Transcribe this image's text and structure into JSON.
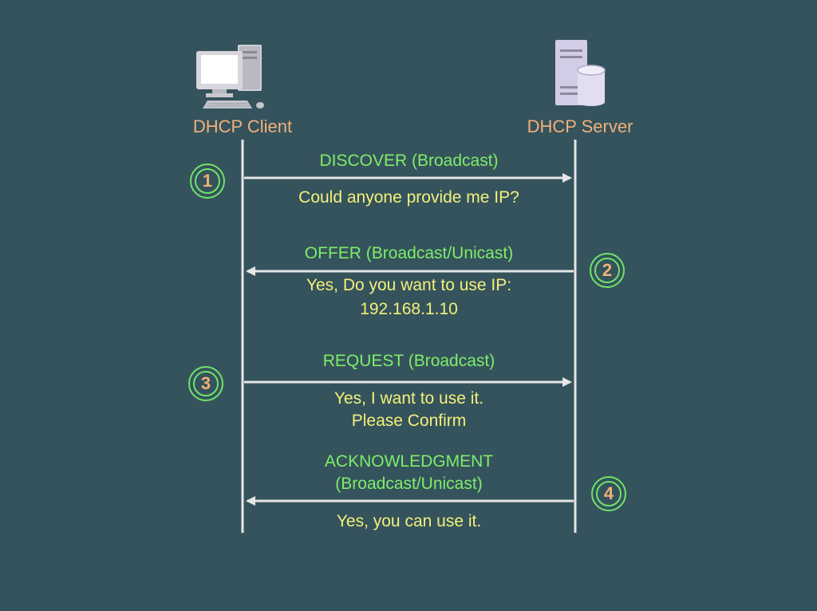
{
  "client": {
    "label": "DHCP Client",
    "icon": "desktop-computer-icon"
  },
  "server": {
    "label": "DHCP Server",
    "icon": "server-database-icon"
  },
  "steps": [
    {
      "number": "1",
      "message": "DISCOVER (Broadcast)",
      "note_lines": [
        "Could anyone provide me IP?"
      ],
      "direction": "client-to-server"
    },
    {
      "number": "2",
      "message": "OFFER (Broadcast/Unicast)",
      "note_lines": [
        "Yes, Do you want to use IP:",
        "192.168.1.10"
      ],
      "direction": "server-to-client"
    },
    {
      "number": "3",
      "message": "REQUEST (Broadcast)",
      "note_lines": [
        "Yes, I want to use it.",
        "Please Confirm"
      ],
      "direction": "client-to-server"
    },
    {
      "number": "4",
      "message_lines": [
        "ACKNOWLEDGMENT",
        "(Broadcast/Unicast)"
      ],
      "note_lines": [
        "Yes, you can use it."
      ],
      "direction": "server-to-client"
    }
  ],
  "colors": {
    "background": "#35535c",
    "lifeline": "#e6e6e6",
    "label": "#f0b07a",
    "message": "#7dee6a",
    "note": "#f2f07c",
    "badge_ring": "#6fe36a"
  }
}
